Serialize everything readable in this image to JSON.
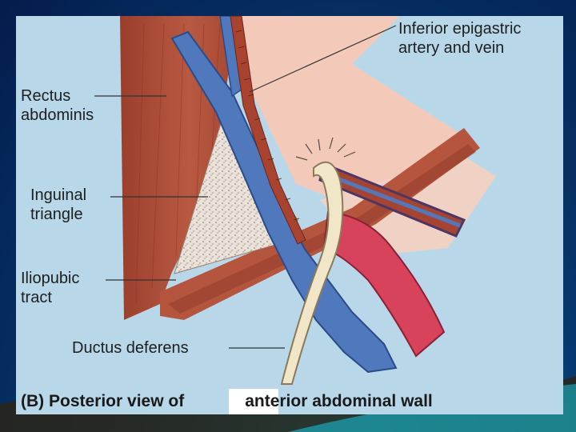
{
  "labels": {
    "inferior_epigastric": "Inferior epigastric\nartery and vein",
    "rectus": "Rectus\nabdominis",
    "inguinal": "Inguinal\ntriangle",
    "iliopubic": "Iliopubic\ntract",
    "ductus": "Ductus deferens"
  },
  "caption": {
    "prefix": "(B) Posterior view of",
    "suffix": "anterior abdominal wall"
  },
  "colors": {
    "muscle": "#b5553e",
    "vein": "#4f78bd",
    "artery": "#a8432f",
    "ductus": "#f2e6c8",
    "vessel_pink": "#d8435c",
    "peritoneum": "#f3c9b9",
    "panel": "#b8d8ea"
  }
}
